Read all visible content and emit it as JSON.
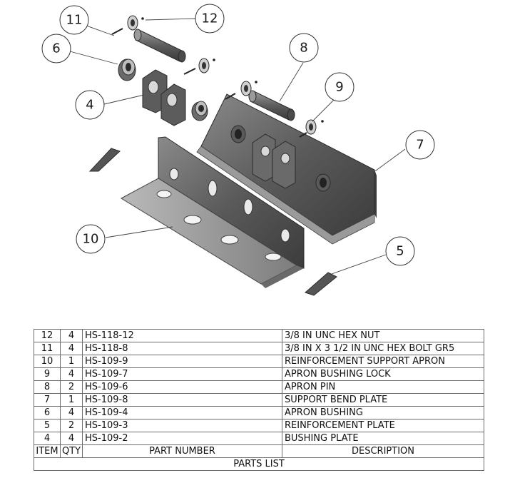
{
  "balloons": {
    "b11": "11",
    "b12": "12",
    "b6": "6",
    "b8": "8",
    "b9": "9",
    "b4": "4",
    "b7": "7",
    "b10": "10",
    "b5": "5"
  },
  "parts_list": {
    "title": "PARTS LIST",
    "headers": {
      "item": "ITEM",
      "qty": "QTY",
      "part_number": "PART NUMBER",
      "description": "DESCRIPTION"
    },
    "rows": [
      {
        "item": "12",
        "qty": "4",
        "part_number": "HS-118-12",
        "description": "3/8 IN UNC HEX NUT"
      },
      {
        "item": "11",
        "qty": "4",
        "part_number": "HS-118-8",
        "description": "3/8 IN X 3 1/2 IN UNC HEX BOLT GR5"
      },
      {
        "item": "10",
        "qty": "1",
        "part_number": "HS-109-9",
        "description": "REINFORCEMENT SUPPORT APRON"
      },
      {
        "item": "9",
        "qty": "4",
        "part_number": "HS-109-7",
        "description": "APRON BUSHING LOCK"
      },
      {
        "item": "8",
        "qty": "2",
        "part_number": "HS-109-6",
        "description": "APRON PIN"
      },
      {
        "item": "7",
        "qty": "1",
        "part_number": "HS-109-8",
        "description": "SUPPORT BEND PLATE"
      },
      {
        "item": "6",
        "qty": "4",
        "part_number": "HS-109-4",
        "description": "APRON BUSHING"
      },
      {
        "item": "5",
        "qty": "2",
        "part_number": "HS-109-3",
        "description": "REINFORCEMENT PLATE"
      },
      {
        "item": "4",
        "qty": "4",
        "part_number": "HS-109-2",
        "description": "BUSHING PLATE"
      }
    ]
  }
}
